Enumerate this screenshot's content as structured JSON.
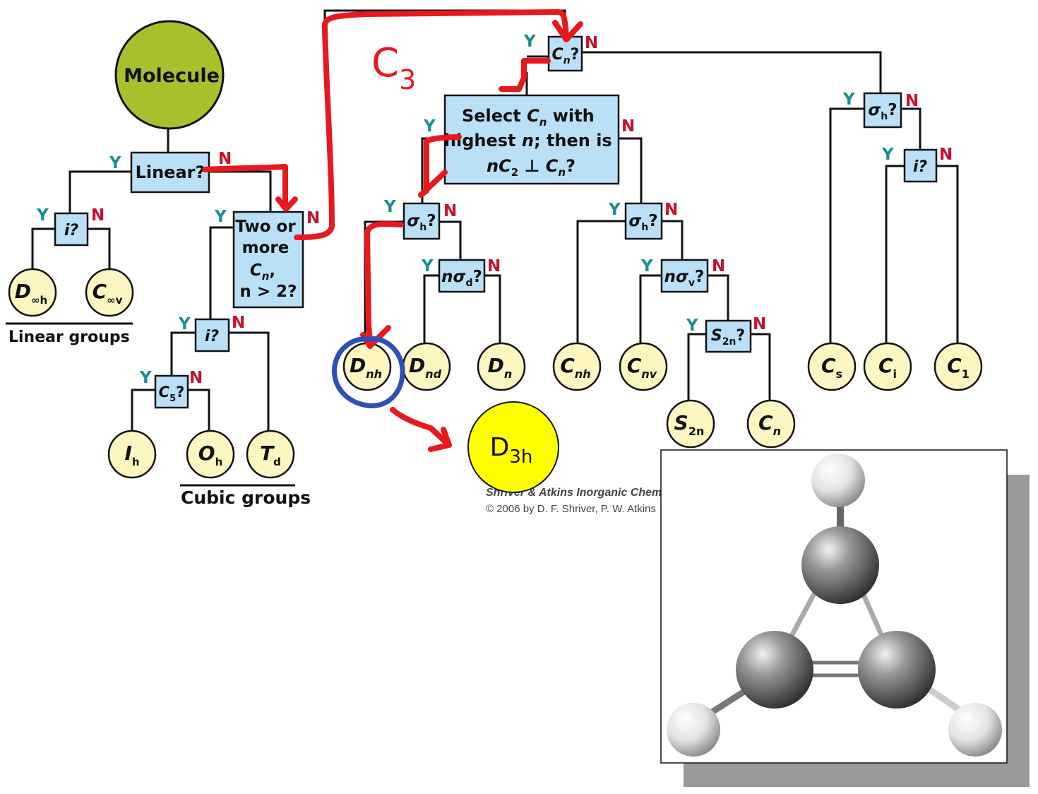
{
  "root": {
    "label": "Molecule"
  },
  "yes_label": "Y",
  "no_label": "N",
  "questions": {
    "cn": {
      "sym": "C",
      "sub": "n",
      "suffix": "?"
    },
    "linear": {
      "text": "Linear?"
    },
    "i_linear": {
      "text": "i?"
    },
    "two_or_more": {
      "line1": "Two or",
      "line2": "more",
      "line3_sym": "C",
      "line3_sub": "n",
      "line3_suffix": ",",
      "line4": "n > 2?"
    },
    "i_cubic": {
      "text": "i?"
    },
    "c5": {
      "sym": "C",
      "sub": "5",
      "suffix": "?"
    },
    "select_cn": {
      "l1_a": "Select ",
      "l1_sym": "C",
      "l1_sub": "n",
      "l1_b": " with",
      "l2_a": "highest ",
      "l2_sym": "n",
      "l2_b": "; then is",
      "l3_a": "n",
      "l3_sym": "C",
      "l3_sub": "2",
      "l3_b": " ⊥ ",
      "l3_c": "C",
      "l3_csub": "n",
      "l3_d": "?"
    },
    "sigma_h_dn": {
      "sym": "σ",
      "sub": "h",
      "suffix": "?"
    },
    "n_sigma_d": {
      "pre": "n",
      "sym": "σ",
      "sub": "d",
      "suffix": "?"
    },
    "sigma_h_cn": {
      "sym": "σ",
      "sub": "h",
      "suffix": "?"
    },
    "n_sigma_v": {
      "pre": "n",
      "sym": "σ",
      "sub": "v",
      "suffix": "?"
    },
    "s2n": {
      "sym": "S",
      "sub": "2n",
      "suffix": "?"
    },
    "sigma_h_low": {
      "sym": "σ",
      "sub": "h",
      "suffix": "?"
    },
    "i_low": {
      "text": "i?"
    }
  },
  "groups": {
    "dinfh": {
      "sym": "D",
      "sub": "∞h"
    },
    "cinfv": {
      "sym": "C",
      "sub": "∞v"
    },
    "ih": {
      "sym": "I",
      "sub": "h"
    },
    "oh": {
      "sym": "O",
      "sub": "h"
    },
    "td": {
      "sym": "T",
      "sub": "d"
    },
    "dnh": {
      "sym": "D",
      "sub": "nh"
    },
    "dnd": {
      "sym": "D",
      "sub": "nd"
    },
    "dn": {
      "sym": "D",
      "sub": "n"
    },
    "cnh": {
      "sym": "C",
      "sub": "nh"
    },
    "cnv": {
      "sym": "C",
      "sub": "nv"
    },
    "s2n": {
      "sym": "S",
      "sub": "2n"
    },
    "cn": {
      "sym": "C",
      "sub": "n"
    },
    "cs": {
      "sym": "C",
      "sub": "s"
    },
    "ci": {
      "sym": "C",
      "sub": "i"
    },
    "c1": {
      "sym": "C",
      "sub": "1"
    }
  },
  "captions": {
    "linear": "Linear groups",
    "cubic": "Cubic groups"
  },
  "credit": {
    "line1": "Shriver & Atkins Inorganic Chem",
    "line2": "© 2006 by D. F. Shriver, P. W. Atkins"
  },
  "annotations": {
    "c3": {
      "sym": "C",
      "sub": "3"
    },
    "result": {
      "sym": "D",
      "sub": "3h"
    }
  },
  "colors": {
    "root_fill": "#a8c02c",
    "question_fill": "#b9e0f7",
    "group_fill": "#fdf6c0",
    "result_fill": "#ffff00",
    "yes": "#1a8f8f",
    "no": "#c8102e",
    "annotation_red": "#e8191e",
    "annotation_blue": "#2c4fb8"
  }
}
